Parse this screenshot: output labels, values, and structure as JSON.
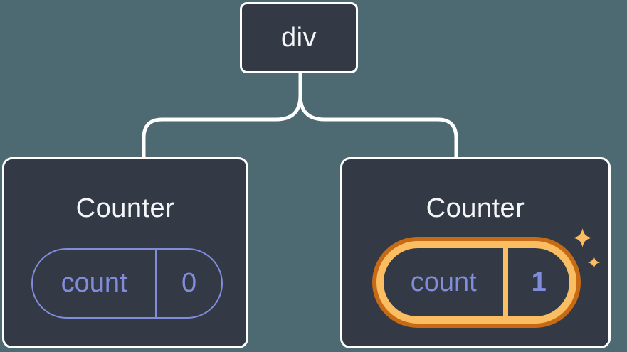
{
  "diagram": {
    "description": "React component tree: a div root with two Counter children; the second Counter's state (count = 1) is highlighted as changed",
    "background_color": "#4d6a72",
    "connector_color": "#ffffff",
    "root": {
      "label": "div"
    },
    "children": [
      {
        "title": "Counter",
        "state": {
          "name": "count",
          "value": "0"
        },
        "highlighted": false
      },
      {
        "title": "Counter",
        "state": {
          "name": "count",
          "value": "1"
        },
        "highlighted": true
      }
    ],
    "colors": {
      "card_background": "#333a45",
      "card_border": "#ffffff",
      "title_text": "#f5f6f7",
      "state_accent_purple": "#828cdc",
      "highlight_ring_outer": "#c76a15",
      "highlight_ring_inner": "#fabd62",
      "sparkle": "#fabd62"
    },
    "icons": {
      "sparkles": "sparkles-icon"
    }
  }
}
